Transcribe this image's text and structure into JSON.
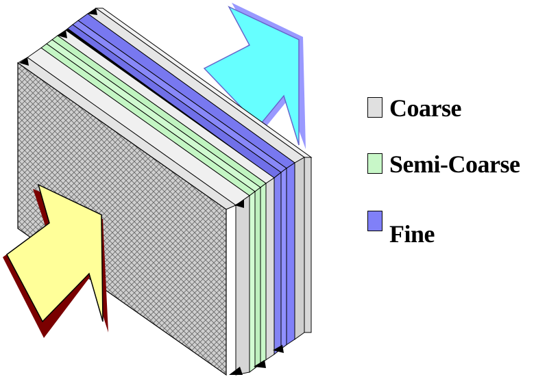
{
  "legend": {
    "items": [
      {
        "label": "Coarse",
        "color": "#e0e0e0"
      },
      {
        "label": "Semi-Coarse",
        "color": "#c8f7c8"
      },
      {
        "label": "Fine",
        "color": "#8080f8"
      }
    ]
  },
  "colors": {
    "inlet_arrow_fill": "#ffff99",
    "inlet_arrow_shadow": "#7a0000",
    "outlet_arrow_fill": "#66ffff",
    "outlet_arrow_shadow": "#9999ff",
    "mesh_face": "#c8c8c8",
    "layer_edge": "#000000"
  }
}
